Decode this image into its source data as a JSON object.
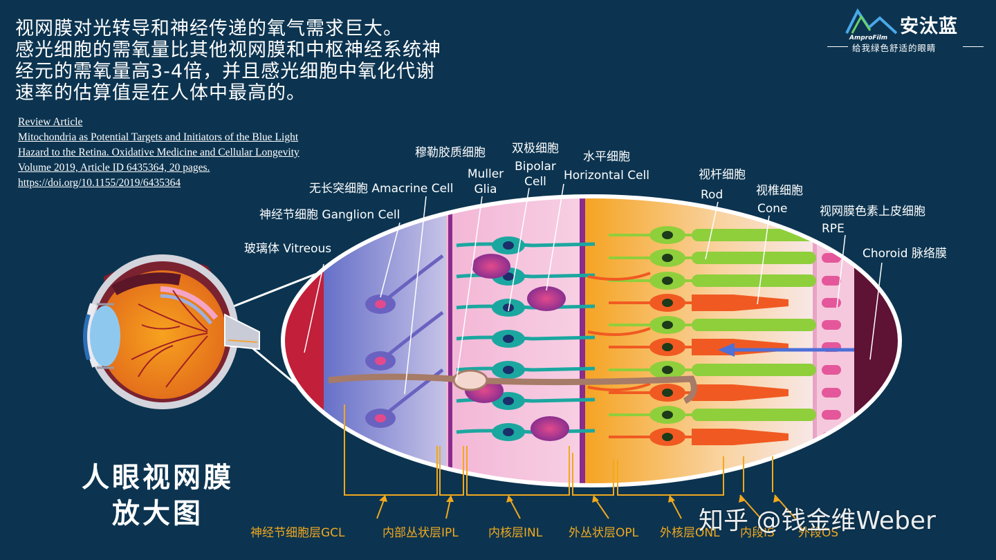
{
  "intro": {
    "line1": "视网膜对光转导和神经传递的氧气需求巨大。",
    "line2": "感光细胞的需氧量比其他视网膜和中枢神经系统神",
    "line3": "经元的需氧量高3-4倍，并且感光细胞中氧化代谢",
    "line4": "速率的估算值是在人体中最高的。"
  },
  "reference": {
    "type": "Review Article",
    "title1": "Mitochondria as Potential Targets and Initiators of the Blue Light",
    "title2": "Hazard to the Retina. Oxidative Medicine and Cellular Longevity",
    "volume": "Volume 2019, Article ID 6435364, 20 pages.",
    "doi": "https://doi.org/10.1155/2019/6435364"
  },
  "logo": {
    "brand": "安汰蓝",
    "sub": "AmproFilm",
    "slogan": "给我绿色舒适的眼睛"
  },
  "labels": {
    "vitreous": "玻璃体 Vitreous",
    "ganglion": "神经节细胞  Ganglion Cell",
    "amacrine": "无长突细胞  Amacrine Cell",
    "muller_cn": "穆勒胶质细胞",
    "muller_en1": "Muller",
    "muller_en2": "Glia",
    "bipolar_cn": "双极细胞",
    "bipolar_en1": "Bipolar",
    "bipolar_en2": "Cell",
    "horizontal_cn": "水平细胞",
    "horizontal_en": "Horizontal Cell",
    "rod_cn": "视杆细胞",
    "rod_en": "Rod",
    "cone_cn": "视椎细胞",
    "cone_en": "Cone",
    "rpe_cn": "视网膜色素上皮细胞",
    "rpe_en": "RPE",
    "choroid": "Choroid  脉络膜"
  },
  "layers": [
    "神经节细胞层GCL",
    "内部丛状层IPL",
    "内核层INL",
    "外丛状层OPL",
    "外核层ONL",
    "内段IS",
    "外段OS"
  ],
  "caption": {
    "line1": "人眼视网膜",
    "line2": "放大图"
  },
  "watermark": "知乎 @钱金维Weber",
  "colors": {
    "background": "#0c3450",
    "layer_bracket": "#f2a81d",
    "rod": "#8fcf3c",
    "cone": "#f05a22",
    "bipolar": "#1ba7a0",
    "amacrine_ganglion": "#8a2c8c",
    "light_arrow": "#4d6fd8"
  }
}
